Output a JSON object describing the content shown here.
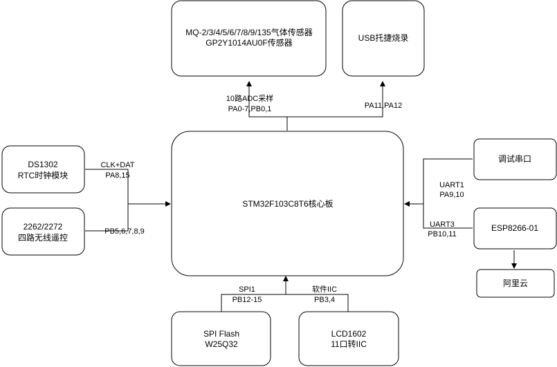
{
  "nodes": {
    "sensors": {
      "line1": "MQ-2/3/4/5/6/7/8/9/135气体传感器",
      "line2": "GP2Y1014AU0F传感器"
    },
    "usb": {
      "line1": "USB托捷烧录"
    },
    "ds1302": {
      "line1": "DS1302",
      "line2": "RTC时钟模块"
    },
    "rf": {
      "line1": "2262/2272",
      "line2": "四路无线遥控"
    },
    "mcu": {
      "line1": "STM32F103C8T6核心板"
    },
    "debug_uart": {
      "line1": "调试串口"
    },
    "esp": {
      "line1": "ESP8266-01"
    },
    "cloud": {
      "line1": "阿里云"
    },
    "flash": {
      "line1": "SPI Flash",
      "line2": "W25Q32"
    },
    "lcd": {
      "line1": "LCD1602",
      "line2": "11口转IIC"
    }
  },
  "edges": {
    "adc": {
      "line1": "10路ADC采样",
      "line2": "PA0-7,PB0,1"
    },
    "usb": {
      "line1": "PA11,PA12"
    },
    "rtc": {
      "line1": "CLK+DAT",
      "line2": "PA8,15"
    },
    "rf": {
      "line1": "PB5,6,7,8,9"
    },
    "uart1": {
      "line1": "UART1",
      "line2": "PA9,10"
    },
    "uart3": {
      "line1": "UART3",
      "line2": "PB10,11"
    },
    "spi": {
      "line1": "SPI1",
      "line2": "PB12-15"
    },
    "iic": {
      "line1": "软件IIC",
      "line2": "PB3,4"
    }
  }
}
